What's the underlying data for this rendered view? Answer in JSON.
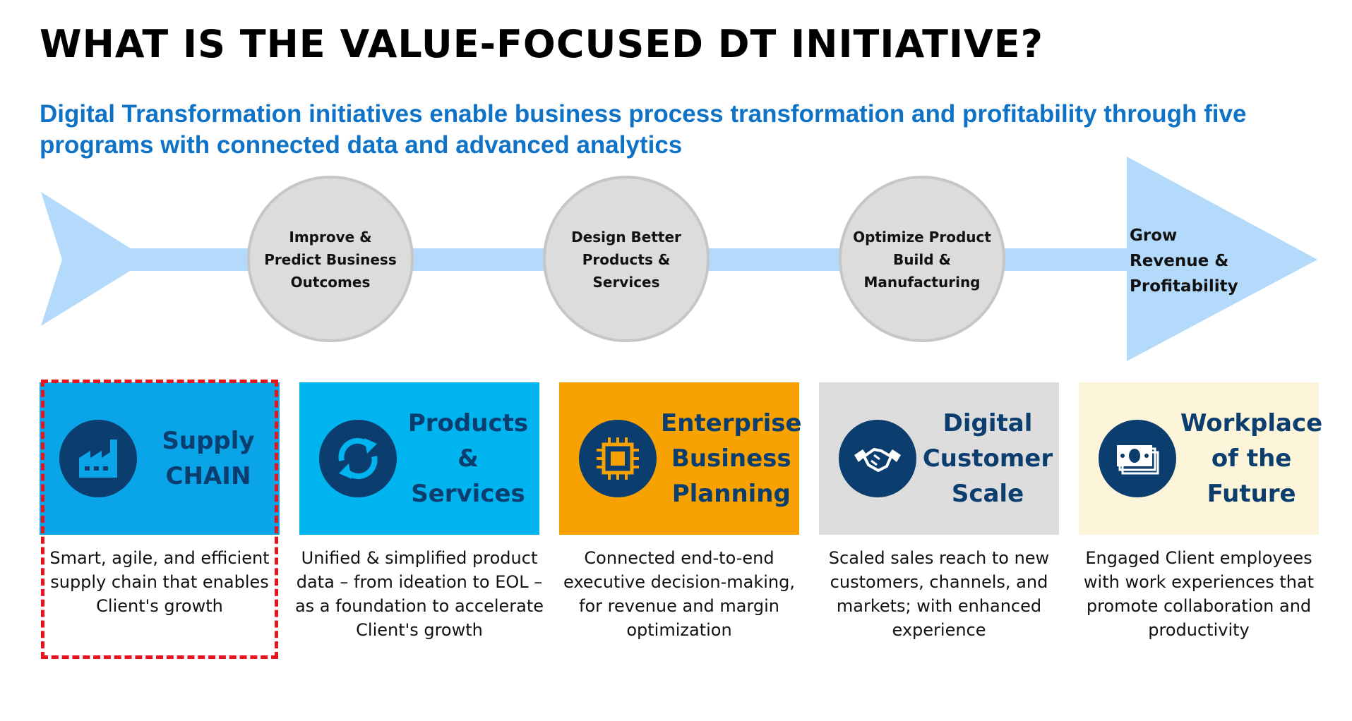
{
  "title": "WHAT IS THE VALUE-FOCUSED DT INITIATIVE?",
  "subtitle": "Digital Transformation initiatives enable business process transformation and profitability through five programs with connected data and advanced analytics",
  "flow": {
    "steps": [
      {
        "label": "Improve & Predict Business Outcomes"
      },
      {
        "label": "Design Better Products & Services"
      },
      {
        "label": "Optimize Product Build & Manufacturing"
      }
    ],
    "goal": "Grow Revenue & Profitability"
  },
  "programs": [
    {
      "title_lines": [
        "Supply",
        "CHAIN"
      ],
      "description": "Smart, agile, and efficient supply chain that enables Client's growth",
      "color": "#0AA5E8",
      "icon": "factory-icon",
      "highlighted": true
    },
    {
      "title_lines": [
        "Products",
        "& Services"
      ],
      "description": "Unified & simplified product data – from ideation to EOL – as a foundation to accelerate Client's growth",
      "color": "#00B4F0",
      "icon": "cycle-arrows-icon",
      "highlighted": false
    },
    {
      "title_lines": [
        "Enterprise",
        "Business",
        "Planning"
      ],
      "description": "Connected end-to-end executive decision-making, for revenue and margin optimization",
      "color": "#F8A202",
      "icon": "chip-icon",
      "highlighted": false
    },
    {
      "title_lines": [
        "Digital",
        "Customer",
        "Scale"
      ],
      "description": "Scaled sales reach to new customers, channels, and markets; with enhanced experience",
      "color": "#DDDDDD",
      "icon": "handshake-icon",
      "highlighted": false
    },
    {
      "title_lines": [
        "Workplace",
        "of the",
        "Future"
      ],
      "description": "Engaged Client employees with work experiences that promote collaboration and productivity",
      "color": "#FCF5DA",
      "icon": "money-icon",
      "highlighted": false
    }
  ],
  "colors": {
    "title": "#000000",
    "subtitle": "#0E72C6",
    "arrow": "#B3DAFA",
    "circle_fill": "#DCDCDC",
    "circle_stroke": "#C6C6C6",
    "dark_blue": "#0B3D6E",
    "highlight_border": "#E8141C"
  }
}
